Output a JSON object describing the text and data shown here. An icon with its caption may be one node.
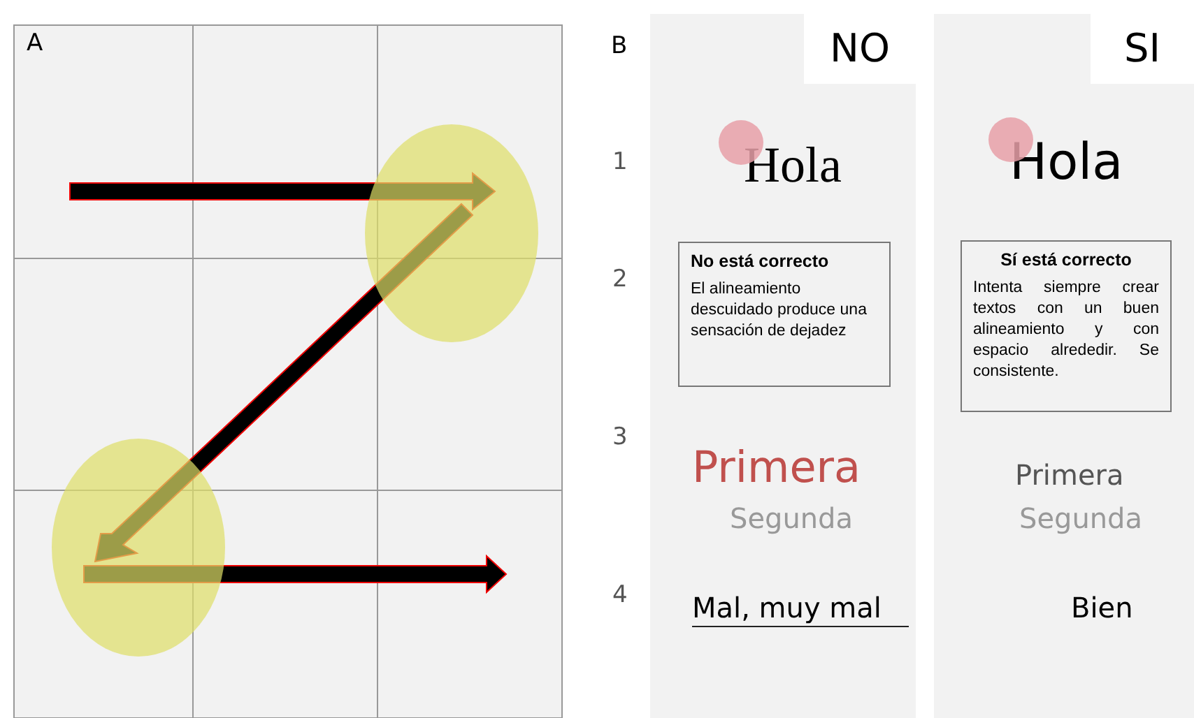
{
  "diagram": {
    "nodes": [
      {
        "text": [
          "NO"
        ]
      },
      {
        "text": [
          "SI"
        ]
      },
      {
        "text": [
          "No está correcto",
          "El alineamiento descuidado produce una sensación de dejadez"
        ],
        "in": 0
      },
      {
        "text": [
          "Sí está correcto",
          "Intenta siempre crear textos con un buen alineamiento y con espacio alrededir. Se consistente."
        ],
        "in": 1
      }
    ],
    "labels": [
      "A",
      "B",
      "1",
      "Hola",
      "Hola",
      "2",
      "3",
      "Primera",
      "Primera",
      "Segunda",
      "Segunda",
      "4",
      "Mal, muy mal",
      "Bien"
    ]
  }
}
